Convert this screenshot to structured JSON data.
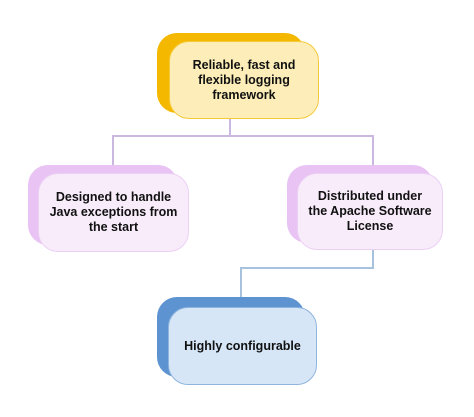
{
  "diagram": {
    "type": "hierarchy",
    "nodes": {
      "root": {
        "label": "Reliable, fast and flexible logging framework",
        "color": "#f5b800",
        "fill": "#fdeeb9"
      },
      "left": {
        "label": "Designed to handle Java exceptions from the start",
        "color": "#e9c3f3",
        "fill": "#f8ecfb"
      },
      "right": {
        "label": "Distributed under the Apache Software License",
        "color": "#e9c3f3",
        "fill": "#f8ecfb"
      },
      "bottom": {
        "label": "Highly configurable",
        "color": "#5c93d0",
        "fill": "#d6e6f6"
      }
    },
    "edges": [
      {
        "from": "root",
        "to": "left"
      },
      {
        "from": "root",
        "to": "right"
      },
      {
        "from": "right",
        "to": "bottom"
      }
    ]
  }
}
